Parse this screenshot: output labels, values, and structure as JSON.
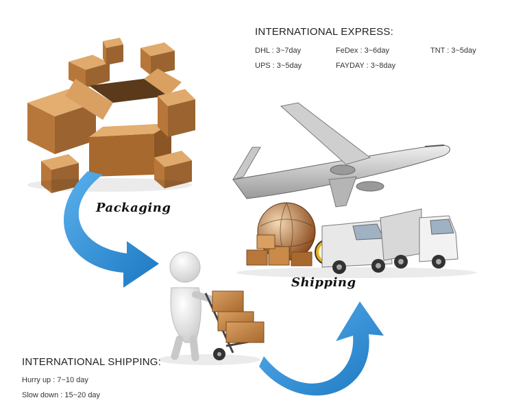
{
  "express": {
    "heading": "INTERNATIONAL EXPRESS:",
    "carriers": [
      {
        "text": "DHL : 3~7day"
      },
      {
        "text": "FeDex : 3~6day"
      },
      {
        "text": "TNT : 3~5day"
      },
      {
        "text": "UPS : 3~5day"
      },
      {
        "text": "FAYDAY : 3~8day"
      }
    ]
  },
  "shipping_info": {
    "heading": "INTERNATIONAL SHIPPING:",
    "options": [
      {
        "text": "Hurry up : 7~10 day"
      },
      {
        "text": "Slow down : 15~20 day"
      }
    ]
  },
  "stages": {
    "packaging": "Packaging",
    "shipping": "Shipping"
  },
  "colors": {
    "arrow": "#2b8fd6",
    "box": "#c98a4a",
    "box_dark": "#9a6330"
  },
  "icons": [
    "cardboard-boxes",
    "airplane",
    "globe",
    "truck",
    "van",
    "person-with-hand-truck",
    "curved-arrow"
  ]
}
